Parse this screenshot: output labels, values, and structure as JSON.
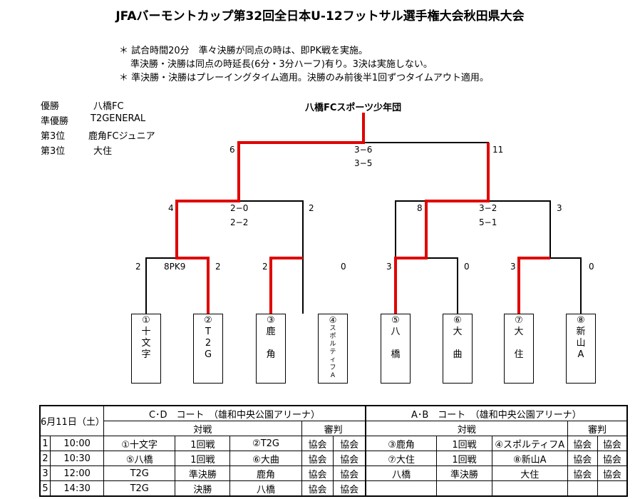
{
  "title": "JFAバーモントカップ第32回全日本U-12フットサル選手権大会秋田県大会",
  "notes": [
    "＊ 試合時間20分　準々決勝が同点の時は、即PK戦を実施。",
    "準決勝・決勝は同点の時延長(6分・3分ハーフ)有り。3決は実施しない。",
    "＊ 準決勝・決勝はプレーイングタイム適用。決勝のみ前後半1回ずつタイムアウト適用。"
  ],
  "results": [
    {
      "place": "優勝",
      "team": "八橋FC"
    },
    {
      "place": "準優勝",
      "team": "T2GENERAL"
    },
    {
      "place": "第3位",
      "team": "鹿角FCジュニア"
    },
    {
      "place": "第3位",
      "team": "大住"
    }
  ],
  "champion": "八橋FCスポーツ少年団",
  "bracket": {
    "final": {
      "left": "6",
      "right": "11",
      "score1": "3−6",
      "score2": "3−5"
    },
    "semis": [
      {
        "left": "4",
        "right": "2",
        "score1": "2−0",
        "score2": "2−2"
      },
      {
        "left": "8",
        "right": "3",
        "score1": "3−2",
        "score2": "5−1"
      }
    ],
    "quarters": [
      {
        "left": "2",
        "right": "2",
        "mid": "8PK9"
      },
      {
        "left": "2",
        "right": "0"
      },
      {
        "left": "3",
        "right": "0"
      },
      {
        "left": "3",
        "right": "0"
      }
    ],
    "teams": [
      {
        "num": "①",
        "chars": [
          "十",
          "文",
          "字"
        ]
      },
      {
        "num": "②",
        "chars": [
          "T",
          "2",
          "G"
        ]
      },
      {
        "num": "③",
        "chars": [
          "鹿",
          "",
          "角"
        ]
      },
      {
        "num": "④",
        "chars": [
          "ス",
          "ポ",
          "ル",
          "テ",
          "ィ",
          "フ",
          "A"
        ]
      },
      {
        "num": "⑤",
        "chars": [
          "八",
          "",
          "橋"
        ]
      },
      {
        "num": "⑥",
        "chars": [
          "大",
          "",
          "曲"
        ]
      },
      {
        "num": "⑦",
        "chars": [
          "大",
          "",
          "住"
        ]
      },
      {
        "num": "⑧",
        "chars": [
          "新",
          "山",
          "A"
        ]
      }
    ]
  },
  "schedule": {
    "date": "6月11日（土）",
    "court1": "C･D　コート　（雄和中央公園アリーナ）",
    "court2": "A･B　コート　（雄和中央公園アリーナ）",
    "match_header": "対戦",
    "ref_header": "審判",
    "rows": [
      {
        "no": "1",
        "time": "10:00",
        "c1": [
          "①十文字",
          "1回戦",
          "②T2G",
          "協会",
          "協会"
        ],
        "c2": [
          "③鹿角",
          "1回戦",
          "④スポルティフA",
          "協会",
          "協会"
        ]
      },
      {
        "no": "2",
        "time": "10:30",
        "c1": [
          "⑤八橋",
          "1回戦",
          "⑥大曲",
          "協会",
          "協会"
        ],
        "c2": [
          "⑦大住",
          "1回戦",
          "⑧新山A",
          "協会",
          "協会"
        ]
      },
      {
        "no": "3",
        "time": "12:00",
        "c1": [
          "T2G",
          "準決勝",
          "鹿角",
          "協会",
          "協会"
        ],
        "c2": [
          "八橋",
          "準決勝",
          "大住",
          "協会",
          "協会"
        ]
      },
      {
        "no": "5",
        "time": "14:30",
        "c1": [
          "T2G",
          "決勝",
          "八橋",
          "協会",
          "協会"
        ],
        "c2": [
          "",
          "",
          "",
          "",
          ""
        ]
      }
    ]
  }
}
